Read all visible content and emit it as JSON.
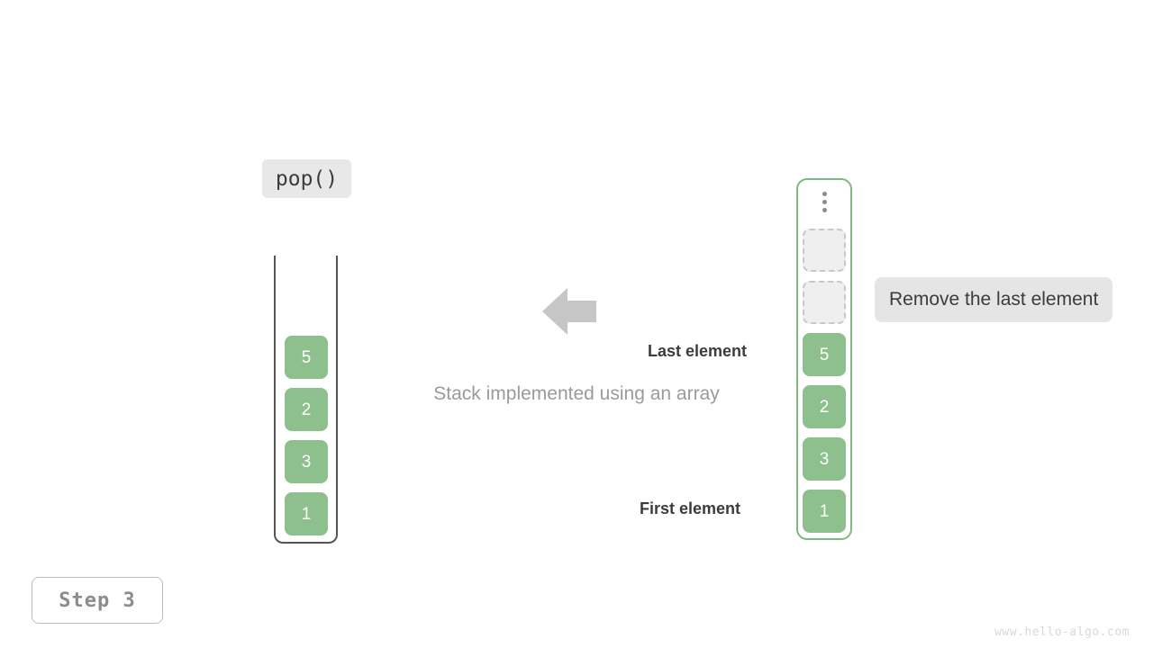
{
  "operation": {
    "label": "pop()"
  },
  "stack": {
    "name": "stack-container",
    "cells": [
      {
        "value": "5",
        "state": "filled"
      },
      {
        "value": "2",
        "state": "filled"
      },
      {
        "value": "3",
        "state": "filled"
      },
      {
        "value": "1",
        "state": "filled"
      }
    ]
  },
  "arrow": {
    "direction": "left",
    "color": "#c6c6c6"
  },
  "caption": "Stack implemented using an array",
  "annotations": {
    "last_element": "Last element",
    "first_element": "First element"
  },
  "array": {
    "name": "array-container",
    "overflow_indicator": "vertical-ellipsis",
    "cells": [
      {
        "value": "",
        "state": "empty"
      },
      {
        "value": "",
        "state": "empty"
      },
      {
        "value": "5",
        "state": "filled"
      },
      {
        "value": "2",
        "state": "filled"
      },
      {
        "value": "3",
        "state": "filled"
      },
      {
        "value": "1",
        "state": "filled"
      }
    ]
  },
  "callout": {
    "text": "Remove the last element"
  },
  "step_badge": {
    "label": "Step 3"
  },
  "watermark": "www.hello-algo.com",
  "colors": {
    "cell_fill": "#8ec08e",
    "cell_text": "#ffffff",
    "empty_fill": "#efefef",
    "empty_border": "#c8c8c8",
    "array_border": "#7fb97f",
    "stack_wall": "#555555",
    "chip_bg": "#e8e8e8",
    "callout_bg": "#e5e5e5",
    "caption_text": "#9a9a9a",
    "annotation_text": "#3c3c3c",
    "arrow": "#c6c6c6",
    "watermark": "#d8d8d8"
  }
}
